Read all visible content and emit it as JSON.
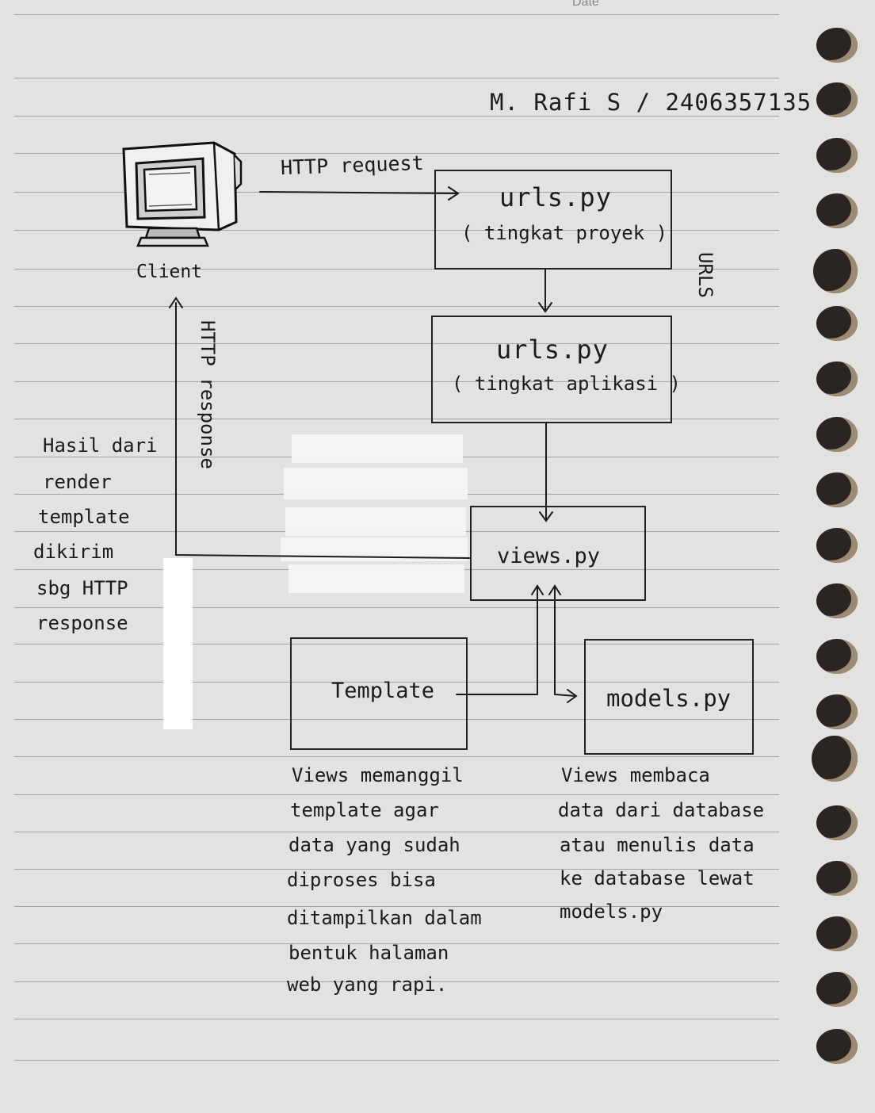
{
  "header": {
    "date_label": "Date",
    "author": "M. Rafi S / 2406357135"
  },
  "client": {
    "label": "Client"
  },
  "arrows": {
    "request_label": "HTTP request",
    "response_label": "HTTP response"
  },
  "urls_group_label": "URLS",
  "project_urls": {
    "file": "urls.py",
    "level": "( tingkat proyek )"
  },
  "app_urls": {
    "file": "urls.py",
    "level": "( tingkat aplikasi )"
  },
  "views": {
    "file": "views.py"
  },
  "template": {
    "label": "Template"
  },
  "models": {
    "file": "models.py"
  },
  "side_note": [
    "Hasil dari",
    "render",
    "template",
    "dikirim",
    "sbg HTTP",
    "response"
  ],
  "template_note": [
    "Views memanggil",
    "template agar",
    "data yang sudah",
    "diproses bisa",
    "ditampilkan dalam",
    "bentuk halaman",
    "web yang rapi."
  ],
  "models_note": [
    "Views membaca",
    "data dari database",
    "atau menulis data",
    "ke database lewat",
    "models.py"
  ]
}
